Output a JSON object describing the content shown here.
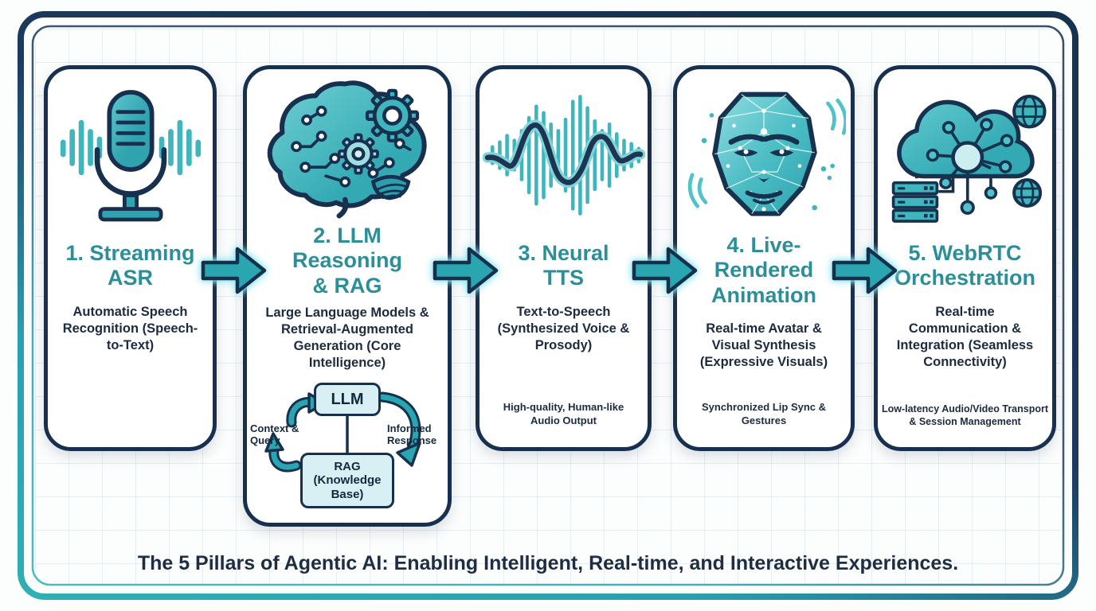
{
  "colors": {
    "teal_accent": "#2aa6b1",
    "teal_light": "#7fd4d8",
    "navy_outline": "#18304f",
    "heading_teal": "#2b8f9a",
    "text_navy": "#1c2b40",
    "box_fill": "#d8f0f3"
  },
  "pillars": [
    {
      "icon": "microphone-icon",
      "title": "1. Streaming ASR",
      "subtitle": "Automatic Speech Recognition (Speech-to-Text)"
    },
    {
      "icon": "brain-gears-icon",
      "title": "2. LLM Reasoning & RAG",
      "subtitle": "Large Language Models & Retrieval-Augmented Generation (Core Intelligence)",
      "diagram": {
        "llm_label": "LLM",
        "rag_label": "RAG (Knowledge Base)",
        "left_label": "Context & Query",
        "right_label": "Informed Response"
      }
    },
    {
      "icon": "waveform-icon",
      "title": "3. Neural TTS",
      "subtitle": "Text-to-Speech (Synthesized Voice & Prosody)",
      "footnote": "High-quality, Human-like Audio Output"
    },
    {
      "icon": "polygon-face-icon",
      "title": "4. Live-Rendered Animation",
      "subtitle": "Real-time Avatar & Visual Synthesis (Expressive Visuals)",
      "footnote": "Synchronized Lip Sync & Gestures"
    },
    {
      "icon": "cloud-network-icon",
      "title": "5. WebRTC Orchestration",
      "subtitle": "Real-time Communication & Integration (Seamless Connectivity)",
      "footnote": "Low-latency Audio/Video Transport & Session Management"
    }
  ],
  "caption": "The 5 Pillars of Agentic AI: Enabling Intelligent, Real-time, and Interactive Experiences."
}
